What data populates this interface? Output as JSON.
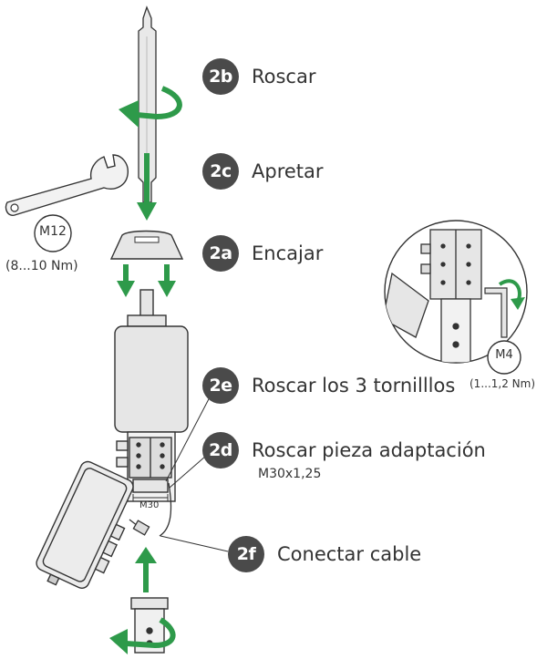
{
  "colors": {
    "accent_green": "#2e9a4a",
    "badge_bg": "#4a4a4a",
    "part_fill": "#e6e6e6",
    "outline": "#333333"
  },
  "steps": [
    {
      "id": "2b",
      "label": "Roscar"
    },
    {
      "id": "2c",
      "label": "Apretar"
    },
    {
      "id": "2a",
      "label": "Encajar"
    },
    {
      "id": "2e",
      "label": "Roscar los 3 tornilllos"
    },
    {
      "id": "2d",
      "label": "Roscar pieza adaptación",
      "sublabel": "M30x1,25"
    },
    {
      "id": "2f",
      "label": "Conectar cable"
    }
  ],
  "callouts": {
    "wrench_size": "M12",
    "wrench_torque": "(8...10 Nm)",
    "key_size": "M4",
    "key_torque": "(1...1,2 Nm)",
    "thread_label": "M30"
  },
  "icons": [
    "rotate-arrow-icon",
    "down-arrow-icon",
    "up-arrow-icon",
    "wrench-icon",
    "hex-key-icon"
  ]
}
